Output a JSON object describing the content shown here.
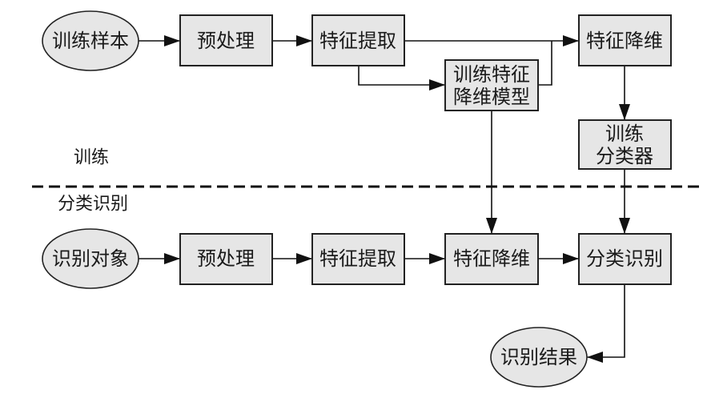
{
  "diagram": {
    "sections": {
      "train": "训练",
      "classify": "分类识别"
    },
    "nodes": {
      "train_sample": "训练样本",
      "train_preprocess": "预处理",
      "train_feature_extract": "特征提取",
      "train_reduction_model": [
        "训练特征",
        "降维模型"
      ],
      "train_feature_reduce": "特征降维",
      "train_classifier": [
        "训练",
        "分类器"
      ],
      "recog_object": "识别对象",
      "recog_preprocess": "预处理",
      "recog_feature_extract": "特征提取",
      "recog_feature_reduce": "特征降维",
      "recog_classify": "分类识别",
      "recog_result": "识别结果"
    },
    "edges": [
      [
        "训练样本",
        "预处理"
      ],
      [
        "预处理",
        "特征提取"
      ],
      [
        "特征提取",
        "特征降维"
      ],
      [
        "特征提取",
        "训练特征降维模型"
      ],
      [
        "训练特征降维模型",
        "特征降维"
      ],
      [
        "特征降维",
        "训练分类器"
      ],
      [
        "训练特征降维模型",
        "特征降维(识别)"
      ],
      [
        "训练分类器",
        "分类识别"
      ],
      [
        "识别对象",
        "预处理(识别)"
      ],
      [
        "预处理(识别)",
        "特征提取(识别)"
      ],
      [
        "特征提取(识别)",
        "特征降维(识别)"
      ],
      [
        "特征降维(识别)",
        "分类识别"
      ],
      [
        "分类识别",
        "识别结果"
      ]
    ]
  }
}
